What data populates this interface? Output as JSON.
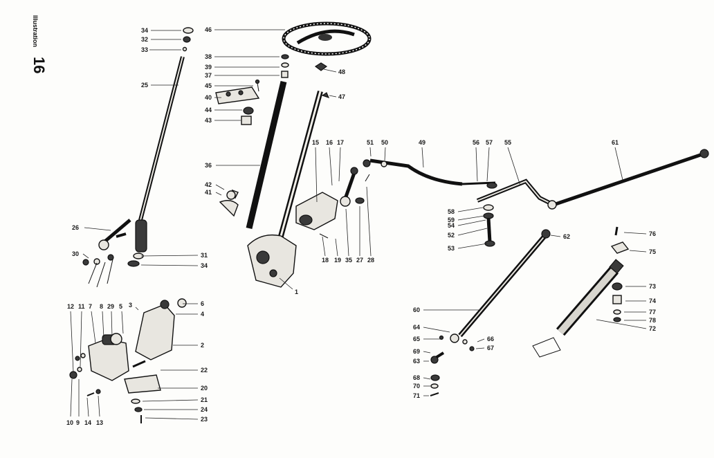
{
  "sidebar": {
    "title": "Illustration",
    "number": "16"
  },
  "labels": [
    "34",
    "32",
    "33",
    "25",
    "46",
    "38",
    "39",
    "37",
    "45",
    "40",
    "44",
    "43",
    "48",
    "47",
    "36",
    "42",
    "41",
    "26",
    "30",
    "31",
    "34",
    "1",
    "15",
    "16",
    "17",
    "18",
    "19",
    "35",
    "27",
    "28",
    "51",
    "50",
    "49",
    "56",
    "57",
    "55",
    "61",
    "58",
    "59",
    "54",
    "52",
    "53",
    "62",
    "76",
    "75",
    "73",
    "74",
    "77",
    "78",
    "72",
    "60",
    "64",
    "65",
    "66",
    "67",
    "69",
    "63",
    "68",
    "70",
    "71",
    "12",
    "11",
    "7",
    "8",
    "29",
    "5",
    "3",
    "6",
    "4",
    "2",
    "22",
    "20",
    "21",
    "24",
    "23",
    "10",
    "9",
    "14",
    "13"
  ]
}
